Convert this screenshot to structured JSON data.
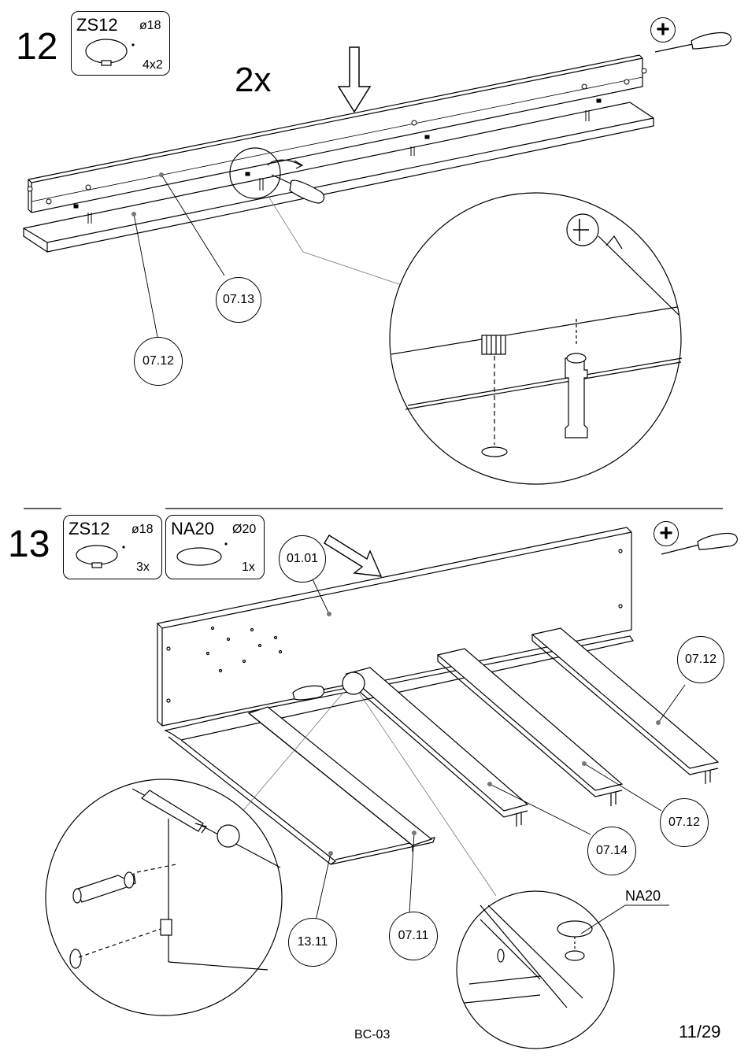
{
  "step12": {
    "number": "12",
    "multiplier": "2x",
    "fitting": {
      "code": "ZS12",
      "diameter": "ø18",
      "quantity": "4x2"
    },
    "callouts": [
      "07.13",
      "07.12"
    ]
  },
  "step13": {
    "number": "13",
    "fittings": [
      {
        "code": "ZS12",
        "diameter": "ø18",
        "quantity": "3x"
      },
      {
        "code": "NA20",
        "diameter": "Ø20",
        "quantity": "1x"
      }
    ],
    "callouts": {
      "c1": "01.01",
      "c2": "07.12",
      "c3": "07.14",
      "c4": "07.12",
      "c5": "13.11",
      "c6": "07.11"
    },
    "detail_label": "NA20"
  },
  "tools": {
    "plus_symbol": "+"
  },
  "footer": {
    "code": "BC-03",
    "page": "11/29"
  }
}
